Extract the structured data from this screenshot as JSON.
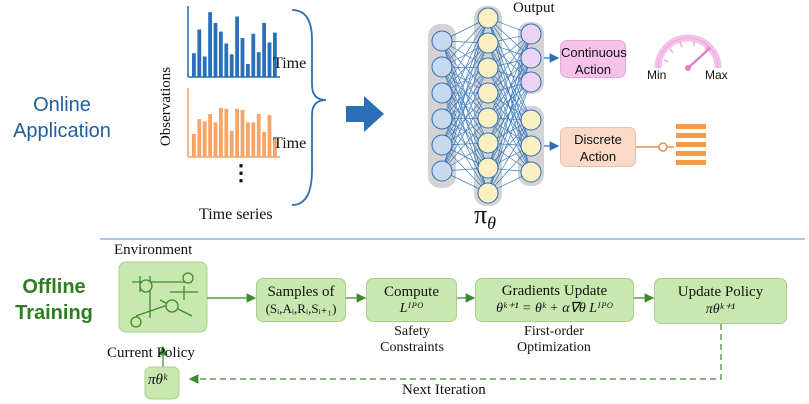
{
  "sections": {
    "online_line1": "Online",
    "online_line2": "Application",
    "offline_line1": "Offline",
    "offline_line2": "Training"
  },
  "online": {
    "chart_xlabel": "Time",
    "chart_ylabel": "Observations",
    "ellipsis": "⋮",
    "time_series": "Time series",
    "output_label": "Output",
    "continuous_action_l1": "Continuous",
    "continuous_action_l2": "Action",
    "discrete_action_l1": "Discrete",
    "discrete_action_l2": "Action",
    "gauge_min": "Min",
    "gauge_max": "Max",
    "policy_symbol": "π",
    "policy_subscript": "θ"
  },
  "offline": {
    "environment": "Environment",
    "current_policy": "Current Policy",
    "samples_title": "Samples of",
    "samples_tuple": "(Sᵢ,Aᵢ,Rᵢ,Sᵢ₊₁)",
    "compute_title": "Compute",
    "compute_formula": "Lᴵᴾᴼ",
    "safety_l1": "Safety",
    "safety_l2": "Constraints",
    "gradients_title": "Gradients Update",
    "gradients_formula": "θᵏ⁺¹ = θᵏ + α∇θ Lᴵᴾᴼ",
    "first_order_l1": "First-order",
    "first_order_l2": "Optimization",
    "update_title": "Update Policy",
    "update_formula": "πθᵏ⁺¹",
    "policy_k": "πθᵏ",
    "next_iteration": "Next Iteration"
  },
  "colors": {
    "blue": "#2a6fb8",
    "orange": "#f4a567",
    "green_box": "#c9e8b0",
    "green_line": "#3c8a2a",
    "pink": "#f5c2ea",
    "peach": "#fad9c6",
    "node_blue": "#c7d9ef",
    "node_yellow": "#fbf0c2",
    "node_purple": "#ead3f5",
    "divider": "#7aa4d6"
  },
  "chart_data": [
    {
      "type": "bar",
      "x": [
        1,
        2,
        3,
        4,
        5,
        6,
        7,
        8,
        9,
        10,
        11,
        12,
        13,
        14,
        15,
        16
      ],
      "values": [
        2.2,
        4.4,
        1.9,
        6.0,
        5.0,
        4.2,
        3.1,
        2.1,
        5.6,
        3.6,
        1.2,
        4.0,
        2.3,
        5.0,
        3.2,
        4.1
      ],
      "xlabel": "Time",
      "color": "#2a6fb8"
    },
    {
      "type": "bar",
      "x": [
        1,
        2,
        3,
        4,
        5,
        6,
        7,
        8,
        9,
        10,
        11,
        12,
        13,
        14,
        15,
        16
      ],
      "values": [
        2.2,
        3.6,
        3.4,
        4.1,
        3.3,
        4.7,
        4.6,
        2.5,
        4.6,
        4.5,
        3.3,
        3.3,
        4.1,
        2.4,
        4.0,
        1.8
      ],
      "xlabel": "Time",
      "color": "#f4a567"
    }
  ]
}
